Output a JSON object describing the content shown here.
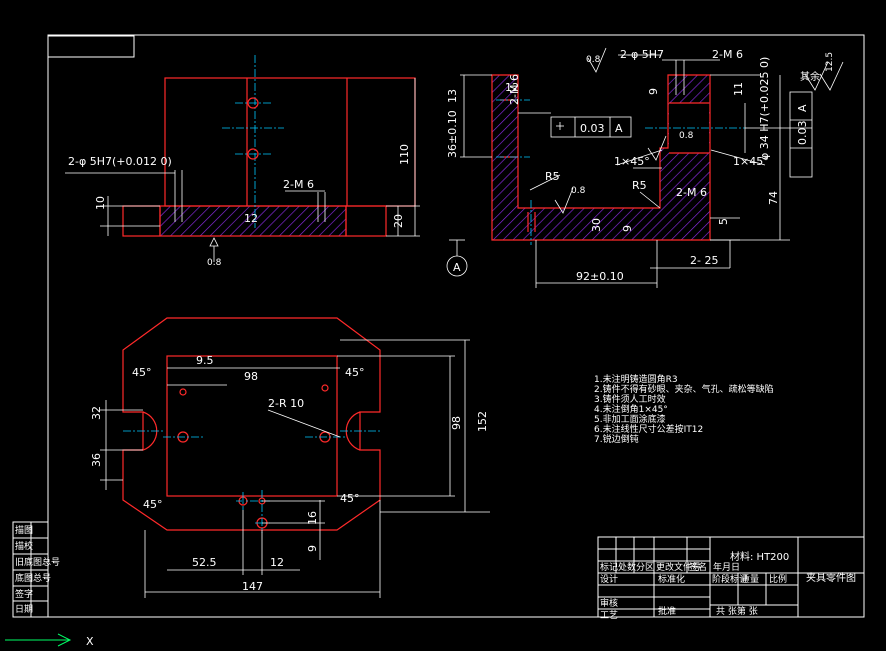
{
  "drawing": {
    "title": "夹具零件图",
    "material": "材料: HT200",
    "scale_row": [
      "标记",
      "处数",
      "分区",
      "更改文件号",
      "签名",
      "年月日"
    ],
    "title_labels": {
      "design": "设计",
      "standard": "标准化",
      "stage": "阶段标记",
      "weight": "重量",
      "ratio": "比例",
      "review": "审核",
      "process": "工艺",
      "approve": "批准",
      "sheets": "共  张第  张"
    },
    "roughness_other": "其余",
    "roughness_other_value": "12.5",
    "left_stack": [
      "描图",
      "描校",
      "旧底图总号",
      "底图总号",
      "签字",
      "日期"
    ]
  },
  "front_view": {
    "dims": {
      "hole": "2-φ 5H7(+0.012 0)",
      "height_110": "110",
      "height_20": "20",
      "thread": "2-M 6",
      "dim_10": "10",
      "dim_12": "12",
      "roughness": "0.8"
    }
  },
  "side_view": {
    "dims": {
      "d12": "12",
      "d13": "13",
      "m6a": "2-M 6",
      "d36": "36±0.10",
      "hole": "2-φ 5H7",
      "m6b": "2-M 6",
      "d9": "9",
      "d11": "11",
      "bore": "φ 34 H7(+0.025 0)",
      "tol1": "0.03",
      "tol1_ref": "A",
      "tol2": "0.03",
      "tol2_ref": "A",
      "chamfer1": "1×45°",
      "chamfer2": "1×45°",
      "r5a": "R5",
      "r5b": "R5",
      "m6c": "2-M 6",
      "d74": "74",
      "d30": "30",
      "d5": "5",
      "d92": "92±0.10",
      "d25": "2- 25",
      "d9b": "9",
      "ra1": "0.8",
      "ra2": "0.8",
      "ra3": "0.8",
      "datum": "A"
    }
  },
  "top_view": {
    "dims": {
      "a45_1": "45°",
      "a45_2": "45°",
      "a45_3": "45°",
      "a45_4": "45°",
      "d95": "9.5",
      "d98": "98",
      "r10": "2-R 10",
      "d32": "32",
      "d36": "36",
      "d98v": "98",
      "d152": "152",
      "d16": "16",
      "d9": "9",
      "d525": "52.5",
      "d12": "12",
      "d147": "147"
    }
  },
  "notes": [
    "1.未注明铸造圆角R3",
    "2.铸件不得有砂眼、夹杂、气孔、疏松等缺陷",
    "3.铸件须人工时效",
    "4.未注倒角1×45°",
    "5.非加工面涂底漆",
    "6.未注线性尺寸公差按IT12",
    "7.锐边倒钝"
  ],
  "axis_label": "X",
  "colors": {
    "background": "#000000",
    "part": "#ff2a2a",
    "dimension": "#ffffff",
    "centerline": "#00c8ff",
    "hatch": "#8a2be2",
    "ucs": "#00ff66"
  }
}
